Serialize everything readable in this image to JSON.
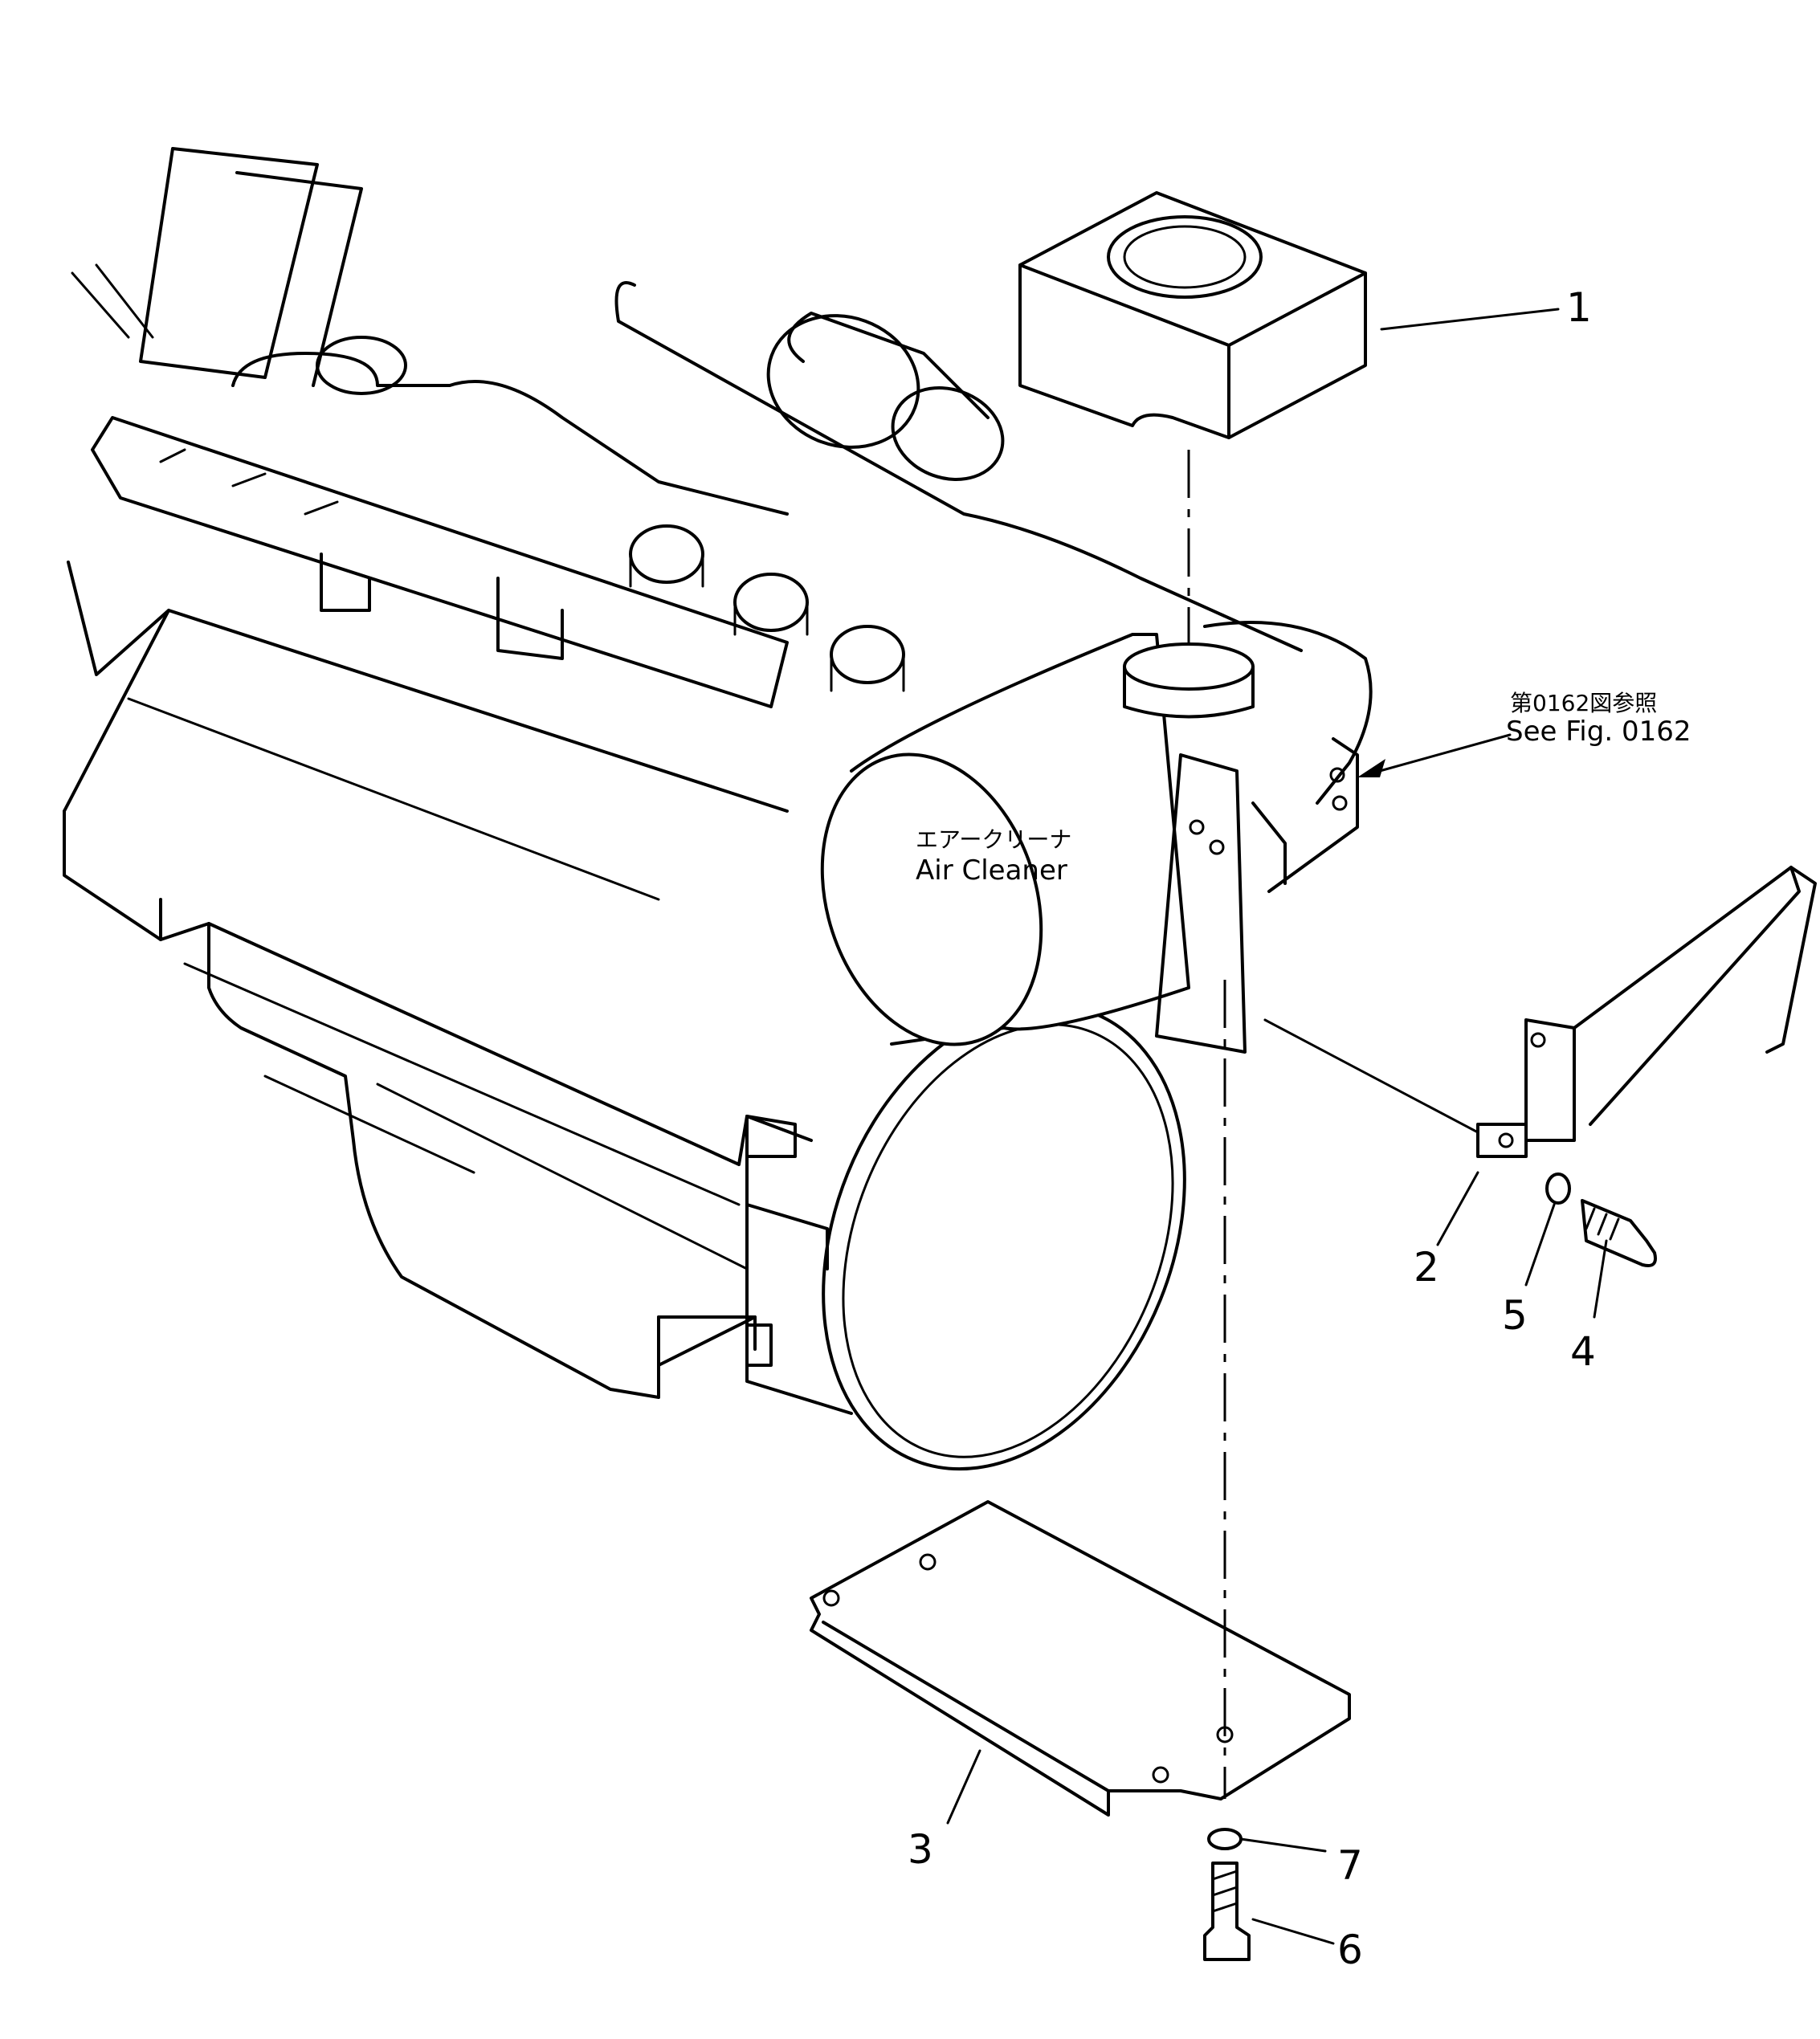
{
  "callouts": {
    "air_cleaner_jp": "エアークリーナ",
    "air_cleaner_en": "Air  Cleaner",
    "ref_jp": "第0162図参照",
    "ref_en": "See Fig. 0162"
  },
  "part_numbers": {
    "p1": "1",
    "p2": "2",
    "p3": "3",
    "p4": "4",
    "p5": "5",
    "p6": "6",
    "p7": "7"
  }
}
